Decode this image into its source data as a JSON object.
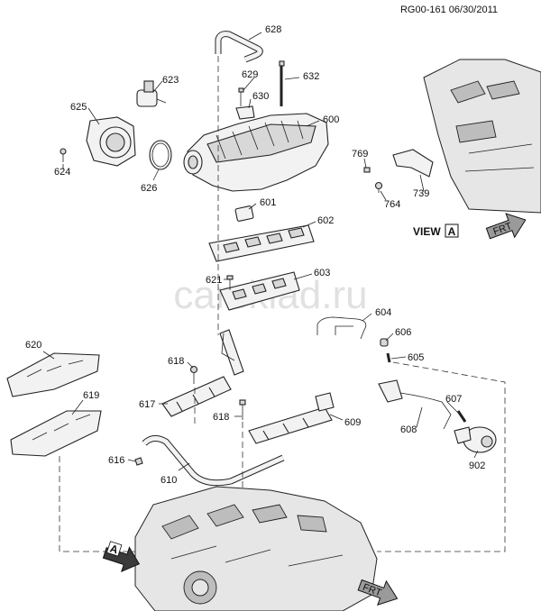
{
  "header": {
    "ref": "RG00-161 06/30/2011"
  },
  "watermark": "carsklad.ru",
  "view_label": {
    "prefix": "VIEW",
    "letter": "A"
  },
  "arrows": {
    "front": "FRT",
    "view": "A"
  },
  "callouts": {
    "c628": "628",
    "c629": "629",
    "c630": "630",
    "c632": "632",
    "c623": "623",
    "c625": "625",
    "c600": "600",
    "c624": "624",
    "c626": "626",
    "c601": "601",
    "c602": "602",
    "c621": "621",
    "c603": "603",
    "c604": "604",
    "c606": "606",
    "c605": "605",
    "c607": "607",
    "c608": "608",
    "c902": "902",
    "c620": "620",
    "c619": "619",
    "c618a": "618",
    "c617": "617",
    "c618b": "618",
    "c609": "609",
    "c616": "616",
    "c610": "610",
    "c769": "769",
    "c739": "739",
    "c764": "764"
  }
}
